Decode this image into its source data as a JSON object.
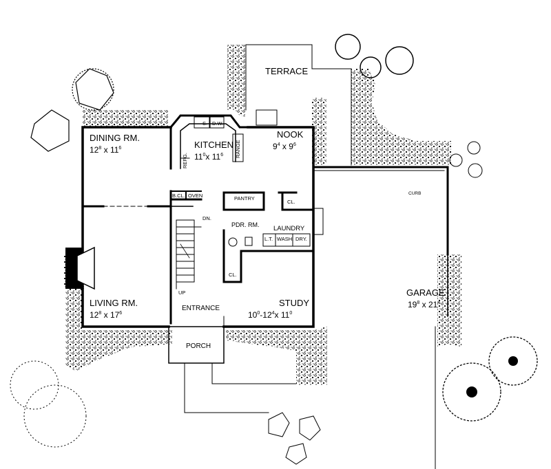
{
  "plan": {
    "terrace": "TERRACE",
    "dining": {
      "name": "DINING RM.",
      "w": "12",
      "w_in": "8",
      "l": "11",
      "l_in": "6"
    },
    "kitchen": {
      "name": "KITCHEN",
      "w": "11",
      "w_in": "0",
      "l": "11",
      "l_in": "6"
    },
    "nook": {
      "name": "NOOK",
      "w": "9",
      "w_in": "4",
      "l": "9",
      "l_in": "6"
    },
    "living": {
      "name": "LIVING RM.",
      "w": "12",
      "w_in": "8",
      "l": "17",
      "l_in": "6"
    },
    "study": {
      "name": "STUDY",
      "w": "10",
      "w_in": "0",
      "w2": "12",
      "w2_in": "4",
      "l": "11",
      "l_in": "0"
    },
    "garage": {
      "name": "GARAGE",
      "w": "19",
      "w_in": "8",
      "l": "21",
      "l_in": "4"
    },
    "entrance": "ENTRANCE",
    "porch": "PORCH",
    "pantry": "PANTRY",
    "pdr": "PDR. RM.",
    "laundry": "LAUNDRY",
    "curb": "CURB",
    "fixtures": {
      "bcl": "B.CL.",
      "oven": "OVEN",
      "refg": "REFG.",
      "range": "RANGE",
      "dw": "D.W.",
      "sink": "S.",
      "lt": "L.T.",
      "wash": "WASH.",
      "dry": "DRY.",
      "cl1": "CL.",
      "cl2": "CL.",
      "dn": "DN.",
      "up": "UP"
    }
  }
}
